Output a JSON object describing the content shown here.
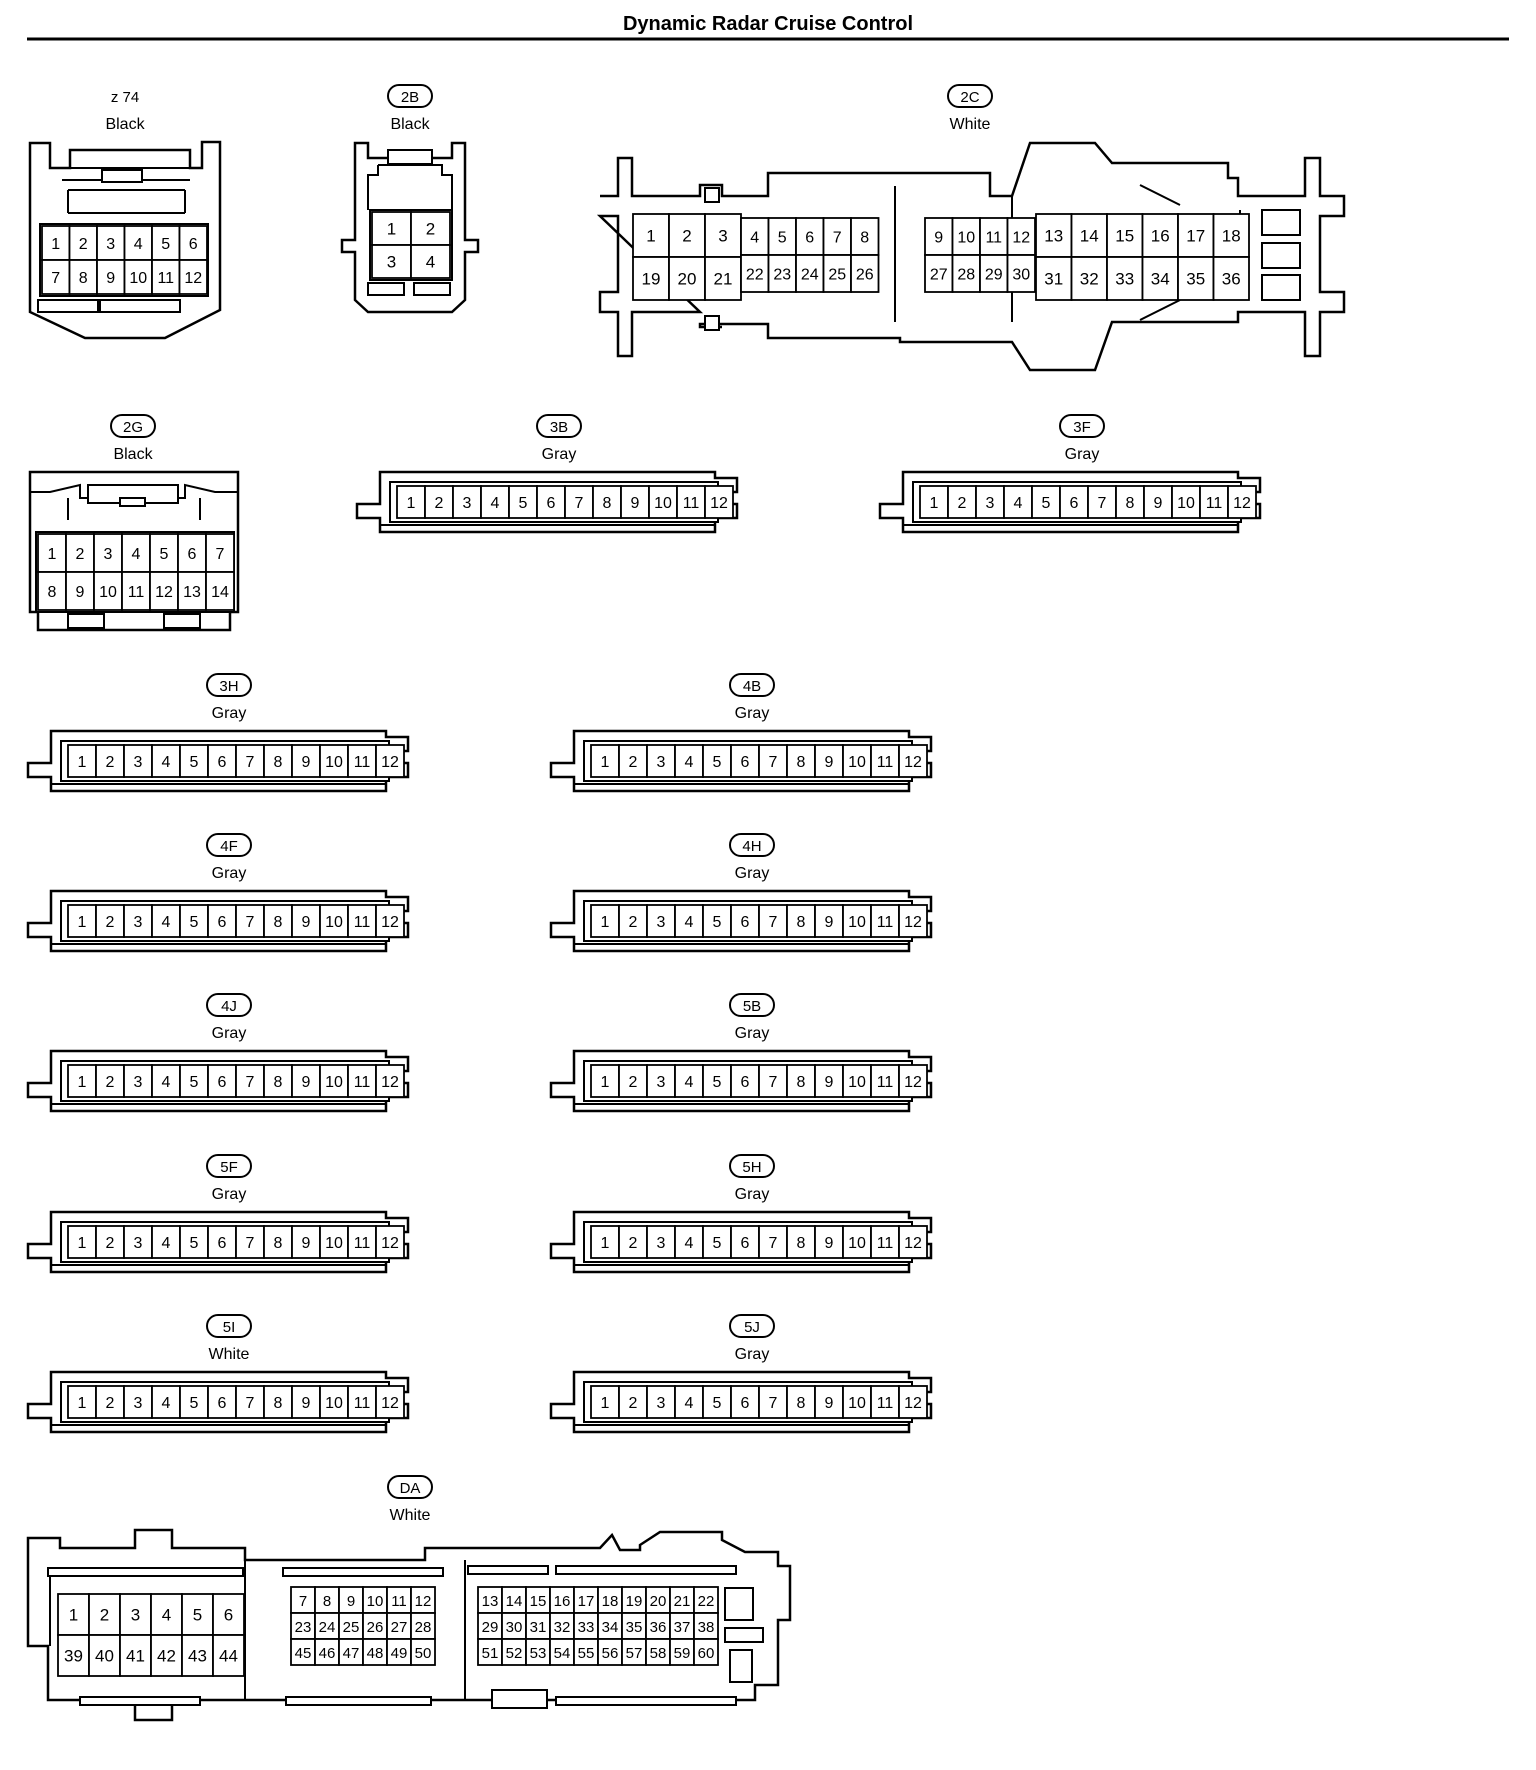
{
  "title": "Dynamic Radar Cruise Control",
  "connectors": {
    "z74": {
      "label": "z 74",
      "color": "Black",
      "pins": [
        [
          "1",
          "2",
          "3",
          "4",
          "5",
          "6"
        ],
        [
          "7",
          "8",
          "9",
          "10",
          "11",
          "12"
        ]
      ]
    },
    "c2B": {
      "label": "2B",
      "color": "Black",
      "pins": [
        [
          "1",
          "2"
        ],
        [
          "3",
          "4"
        ]
      ]
    },
    "c2C": {
      "label": "2C",
      "color": "White",
      "left_big_top": [
        "1",
        "2",
        "3"
      ],
      "left_big_bottom": [
        "19",
        "20",
        "21"
      ],
      "left_small_top": [
        "4",
        "5",
        "6",
        "7",
        "8"
      ],
      "left_small_bottom": [
        "22",
        "23",
        "24",
        "25",
        "26"
      ],
      "right_small_top": [
        "9",
        "10",
        "11",
        "12"
      ],
      "right_small_bottom": [
        "27",
        "28",
        "29",
        "30"
      ],
      "right_big_top": [
        "13",
        "14",
        "15",
        "16",
        "17",
        "18"
      ],
      "right_big_bottom": [
        "31",
        "32",
        "33",
        "34",
        "35",
        "36"
      ]
    },
    "c2G": {
      "label": "2G",
      "color": "Black",
      "pins": [
        [
          "1",
          "2",
          "3",
          "4",
          "5",
          "6",
          "7"
        ],
        [
          "8",
          "9",
          "10",
          "11",
          "12",
          "13",
          "14"
        ]
      ]
    },
    "c3B": {
      "label": "3B",
      "color": "Gray",
      "pins": [
        "1",
        "2",
        "3",
        "4",
        "5",
        "6",
        "7",
        "8",
        "9",
        "10",
        "11",
        "12"
      ]
    },
    "c3F": {
      "label": "3F",
      "color": "Gray",
      "pins": [
        "1",
        "2",
        "3",
        "4",
        "5",
        "6",
        "7",
        "8",
        "9",
        "10",
        "11",
        "12"
      ]
    },
    "c3H": {
      "label": "3H",
      "color": "Gray",
      "pins": [
        "1",
        "2",
        "3",
        "4",
        "5",
        "6",
        "7",
        "8",
        "9",
        "10",
        "11",
        "12"
      ]
    },
    "c4B": {
      "label": "4B",
      "color": "Gray",
      "pins": [
        "1",
        "2",
        "3",
        "4",
        "5",
        "6",
        "7",
        "8",
        "9",
        "10",
        "11",
        "12"
      ]
    },
    "c4F": {
      "label": "4F",
      "color": "Gray",
      "pins": [
        "1",
        "2",
        "3",
        "4",
        "5",
        "6",
        "7",
        "8",
        "9",
        "10",
        "11",
        "12"
      ]
    },
    "c4H": {
      "label": "4H",
      "color": "Gray",
      "pins": [
        "1",
        "2",
        "3",
        "4",
        "5",
        "6",
        "7",
        "8",
        "9",
        "10",
        "11",
        "12"
      ]
    },
    "c4J": {
      "label": "4J",
      "color": "Gray",
      "pins": [
        "1",
        "2",
        "3",
        "4",
        "5",
        "6",
        "7",
        "8",
        "9",
        "10",
        "11",
        "12"
      ]
    },
    "c5B": {
      "label": "5B",
      "color": "Gray",
      "pins": [
        "1",
        "2",
        "3",
        "4",
        "5",
        "6",
        "7",
        "8",
        "9",
        "10",
        "11",
        "12"
      ]
    },
    "c5F": {
      "label": "5F",
      "color": "Gray",
      "pins": [
        "1",
        "2",
        "3",
        "4",
        "5",
        "6",
        "7",
        "8",
        "9",
        "10",
        "11",
        "12"
      ]
    },
    "c5H": {
      "label": "5H",
      "color": "Gray",
      "pins": [
        "1",
        "2",
        "3",
        "4",
        "5",
        "6",
        "7",
        "8",
        "9",
        "10",
        "11",
        "12"
      ]
    },
    "c5I": {
      "label": "5I",
      "color": "White",
      "pins": [
        "1",
        "2",
        "3",
        "4",
        "5",
        "6",
        "7",
        "8",
        "9",
        "10",
        "11",
        "12"
      ]
    },
    "c5J": {
      "label": "5J",
      "color": "Gray",
      "pins": [
        "1",
        "2",
        "3",
        "4",
        "5",
        "6",
        "7",
        "8",
        "9",
        "10",
        "11",
        "12"
      ]
    },
    "cDA": {
      "label": "DA",
      "color": "White",
      "group1": [
        [
          "1",
          "2",
          "3",
          "4",
          "5",
          "6"
        ],
        [
          "39",
          "40",
          "41",
          "42",
          "43",
          "44"
        ]
      ],
      "group2": [
        [
          "7",
          "8",
          "9",
          "10",
          "11",
          "12"
        ],
        [
          "23",
          "24",
          "25",
          "26",
          "27",
          "28"
        ],
        [
          "45",
          "46",
          "47",
          "48",
          "49",
          "50"
        ]
      ],
      "group3": [
        [
          "13",
          "14",
          "15",
          "16",
          "17",
          "18",
          "19",
          "20",
          "21",
          "22"
        ],
        [
          "29",
          "30",
          "31",
          "32",
          "33",
          "34",
          "35",
          "36",
          "37",
          "38"
        ],
        [
          "51",
          "52",
          "53",
          "54",
          "55",
          "56",
          "57",
          "58",
          "59",
          "60"
        ]
      ]
    }
  }
}
